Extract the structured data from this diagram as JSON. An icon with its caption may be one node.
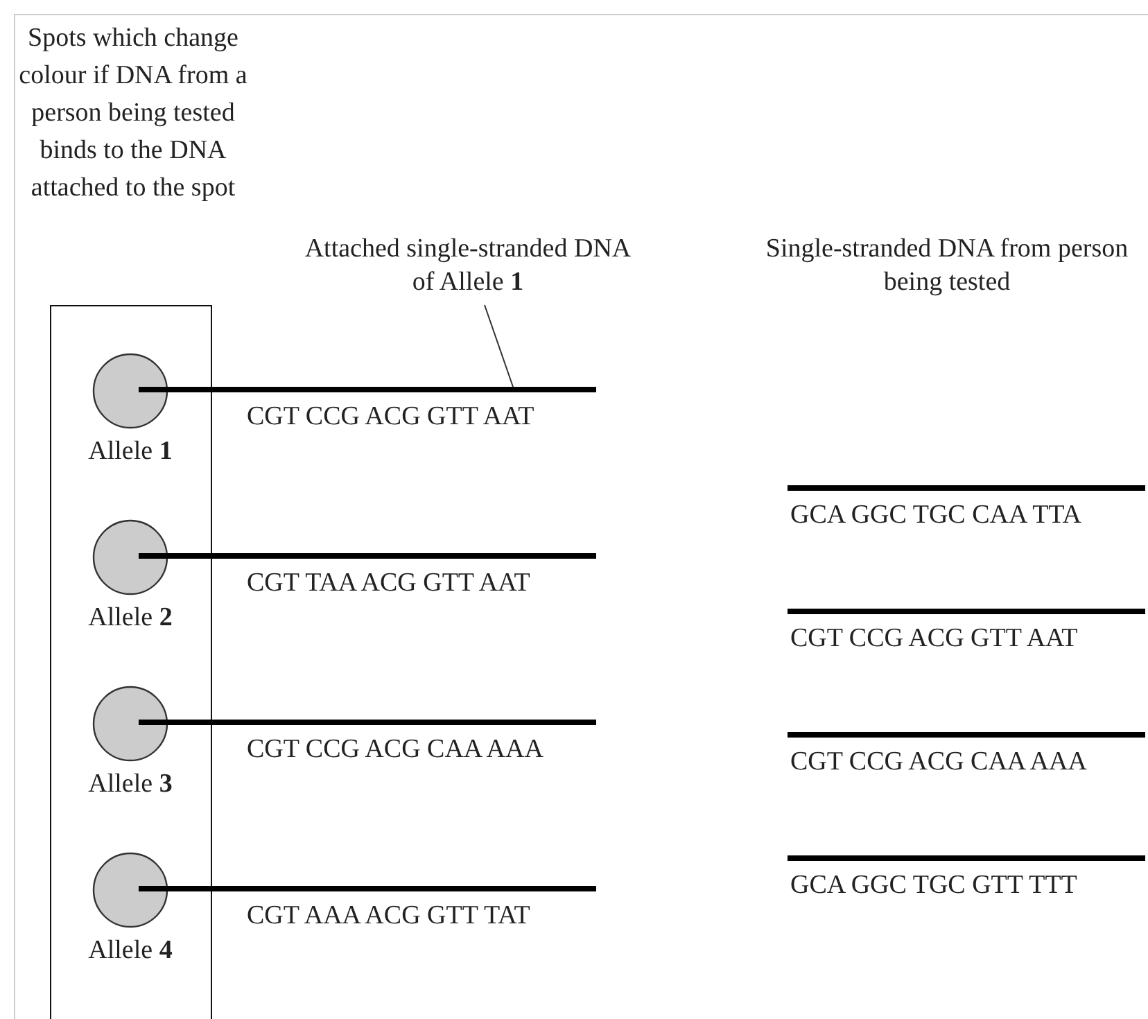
{
  "diagram": {
    "nodes": [
      {
        "text": [
          "Spots which change colour if DNA from a person being tested binds to the DNA attached to the spot"
        ]
      },
      {
        "text": [
          "Attached single-stranded DNA of Allele **1**"
        ]
      },
      {
        "text": [
          "Allele **1**"
        ],
        "in": 0
      },
      {
        "text": [
          "CGT CCG ACG GTT AAT"
        ]
      },
      {
        "text": [
          "GCA GGC TGC CAA TTA"
        ]
      },
      {
        "text": [
          "Allele **2**"
        ],
        "in": 0
      },
      {
        "text": [
          "CGT TAA ACG GTT AAT"
        ]
      },
      {
        "text": [
          "CGT CCG ACG GTT AAT"
        ]
      },
      {
        "text": [
          "Allele **3**"
        ],
        "in": 0
      },
      {
        "text": [
          "CGT CCG ACG CAA AAA"
        ]
      },
      {
        "text": [
          "CGT CCG ACG CAA AAA"
        ]
      },
      {
        "text": [
          "Allele **4**"
        ],
        "in": 0
      },
      {
        "text": [
          "CGT AAA ACG GTT TAT"
        ]
      },
      {
        "text": [
          "GCA GGC TGC GTT TTT"
        ]
      }
    ],
    "edges": [
      {
        "from": 1,
        "to": 3,
        "arrow": "none"
      }
    ],
    "labels": [
      "Single-stranded DNA from person being tested"
    ]
  }
}
